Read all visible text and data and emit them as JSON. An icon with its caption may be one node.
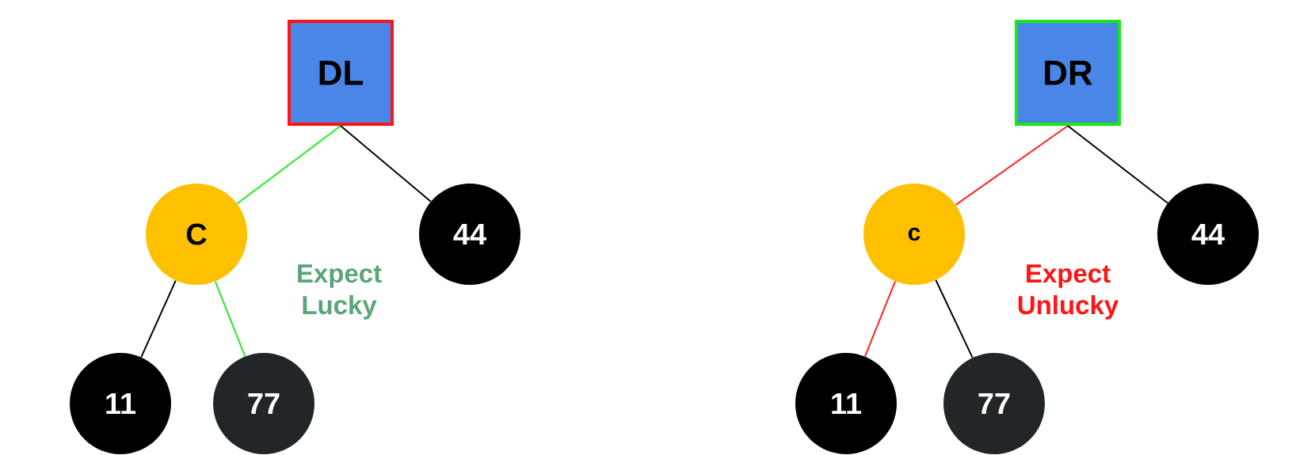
{
  "diagram": {
    "nodes": [
      {
        "text": [
          "DL"
        ]
      },
      {
        "text": [
          "C"
        ]
      },
      {
        "text": [
          "44"
        ]
      },
      {
        "text": [
          "11"
        ]
      },
      {
        "text": [
          "77"
        ]
      },
      {
        "text": [
          "DR"
        ]
      },
      {
        "text": [
          "c"
        ]
      },
      {
        "text": [
          "44"
        ]
      },
      {
        "text": [
          "11"
        ]
      },
      {
        "text": [
          "77"
        ]
      }
    ],
    "edges": [
      {
        "from": 0,
        "to": 1,
        "arrow": "none",
        "color": "#22ee22"
      },
      {
        "from": 0,
        "to": 2,
        "arrow": "none"
      },
      {
        "from": 1,
        "to": 3,
        "arrow": "none"
      },
      {
        "from": 1,
        "to": 4,
        "arrow": "none",
        "color": "#22ee22"
      },
      {
        "from": 5,
        "to": 6,
        "arrow": "none",
        "color": "#ff2020"
      },
      {
        "from": 5,
        "to": 7,
        "arrow": "none"
      },
      {
        "from": 6,
        "to": 8,
        "arrow": "none",
        "color": "#ff2020"
      },
      {
        "from": 6,
        "to": 9,
        "arrow": "none"
      }
    ],
    "labels": [
      "Expect Lucky",
      "Expect Unlucky"
    ]
  }
}
